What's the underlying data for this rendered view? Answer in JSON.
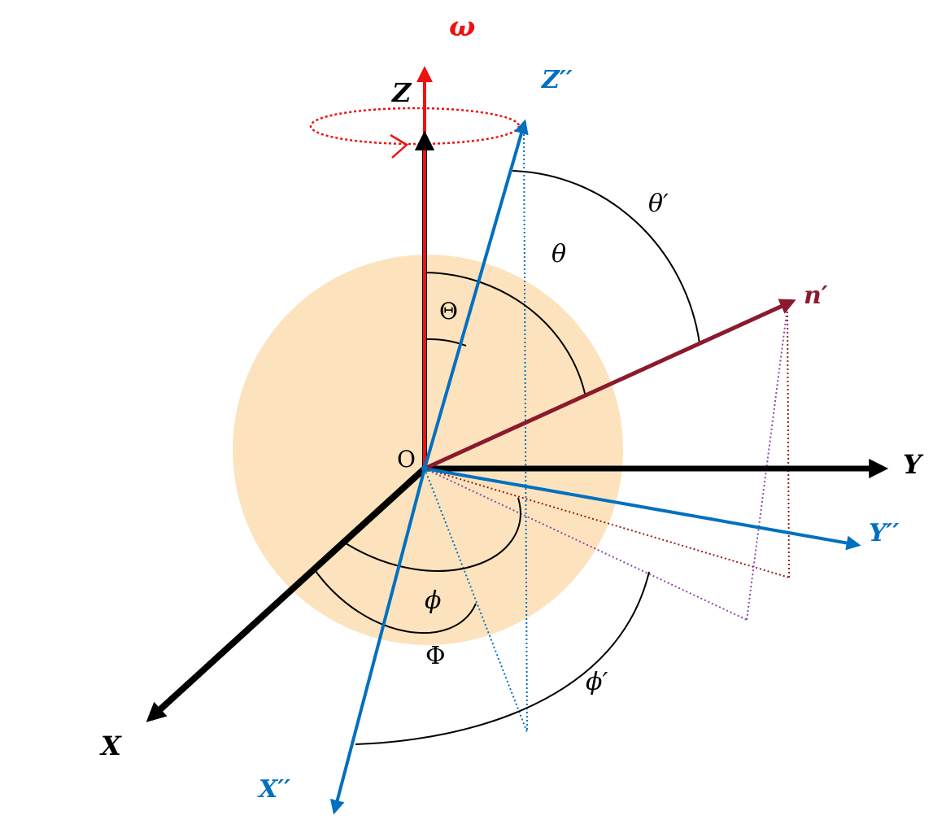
{
  "colors": {
    "sphere": "#fce3bd",
    "lab_axes": "#000000",
    "omega": "#ee1111",
    "body_axes": "#0070c0",
    "n_vector": "#8b1a2e",
    "projection_purple": "#8e44ad",
    "projection_red": "#9b1b1b"
  },
  "labels": {
    "omega": "ω",
    "z": "Z",
    "z_body": "Z′′",
    "y": "Y",
    "y_body": "Y′′",
    "x": "X",
    "x_body": "X′′",
    "n_prime": "n′",
    "origin": "O",
    "theta_prime": "θ′",
    "theta": "θ",
    "Theta": "Θ",
    "phi": "ϕ",
    "Phi": "Φ",
    "phi_prime": "ϕ′"
  }
}
